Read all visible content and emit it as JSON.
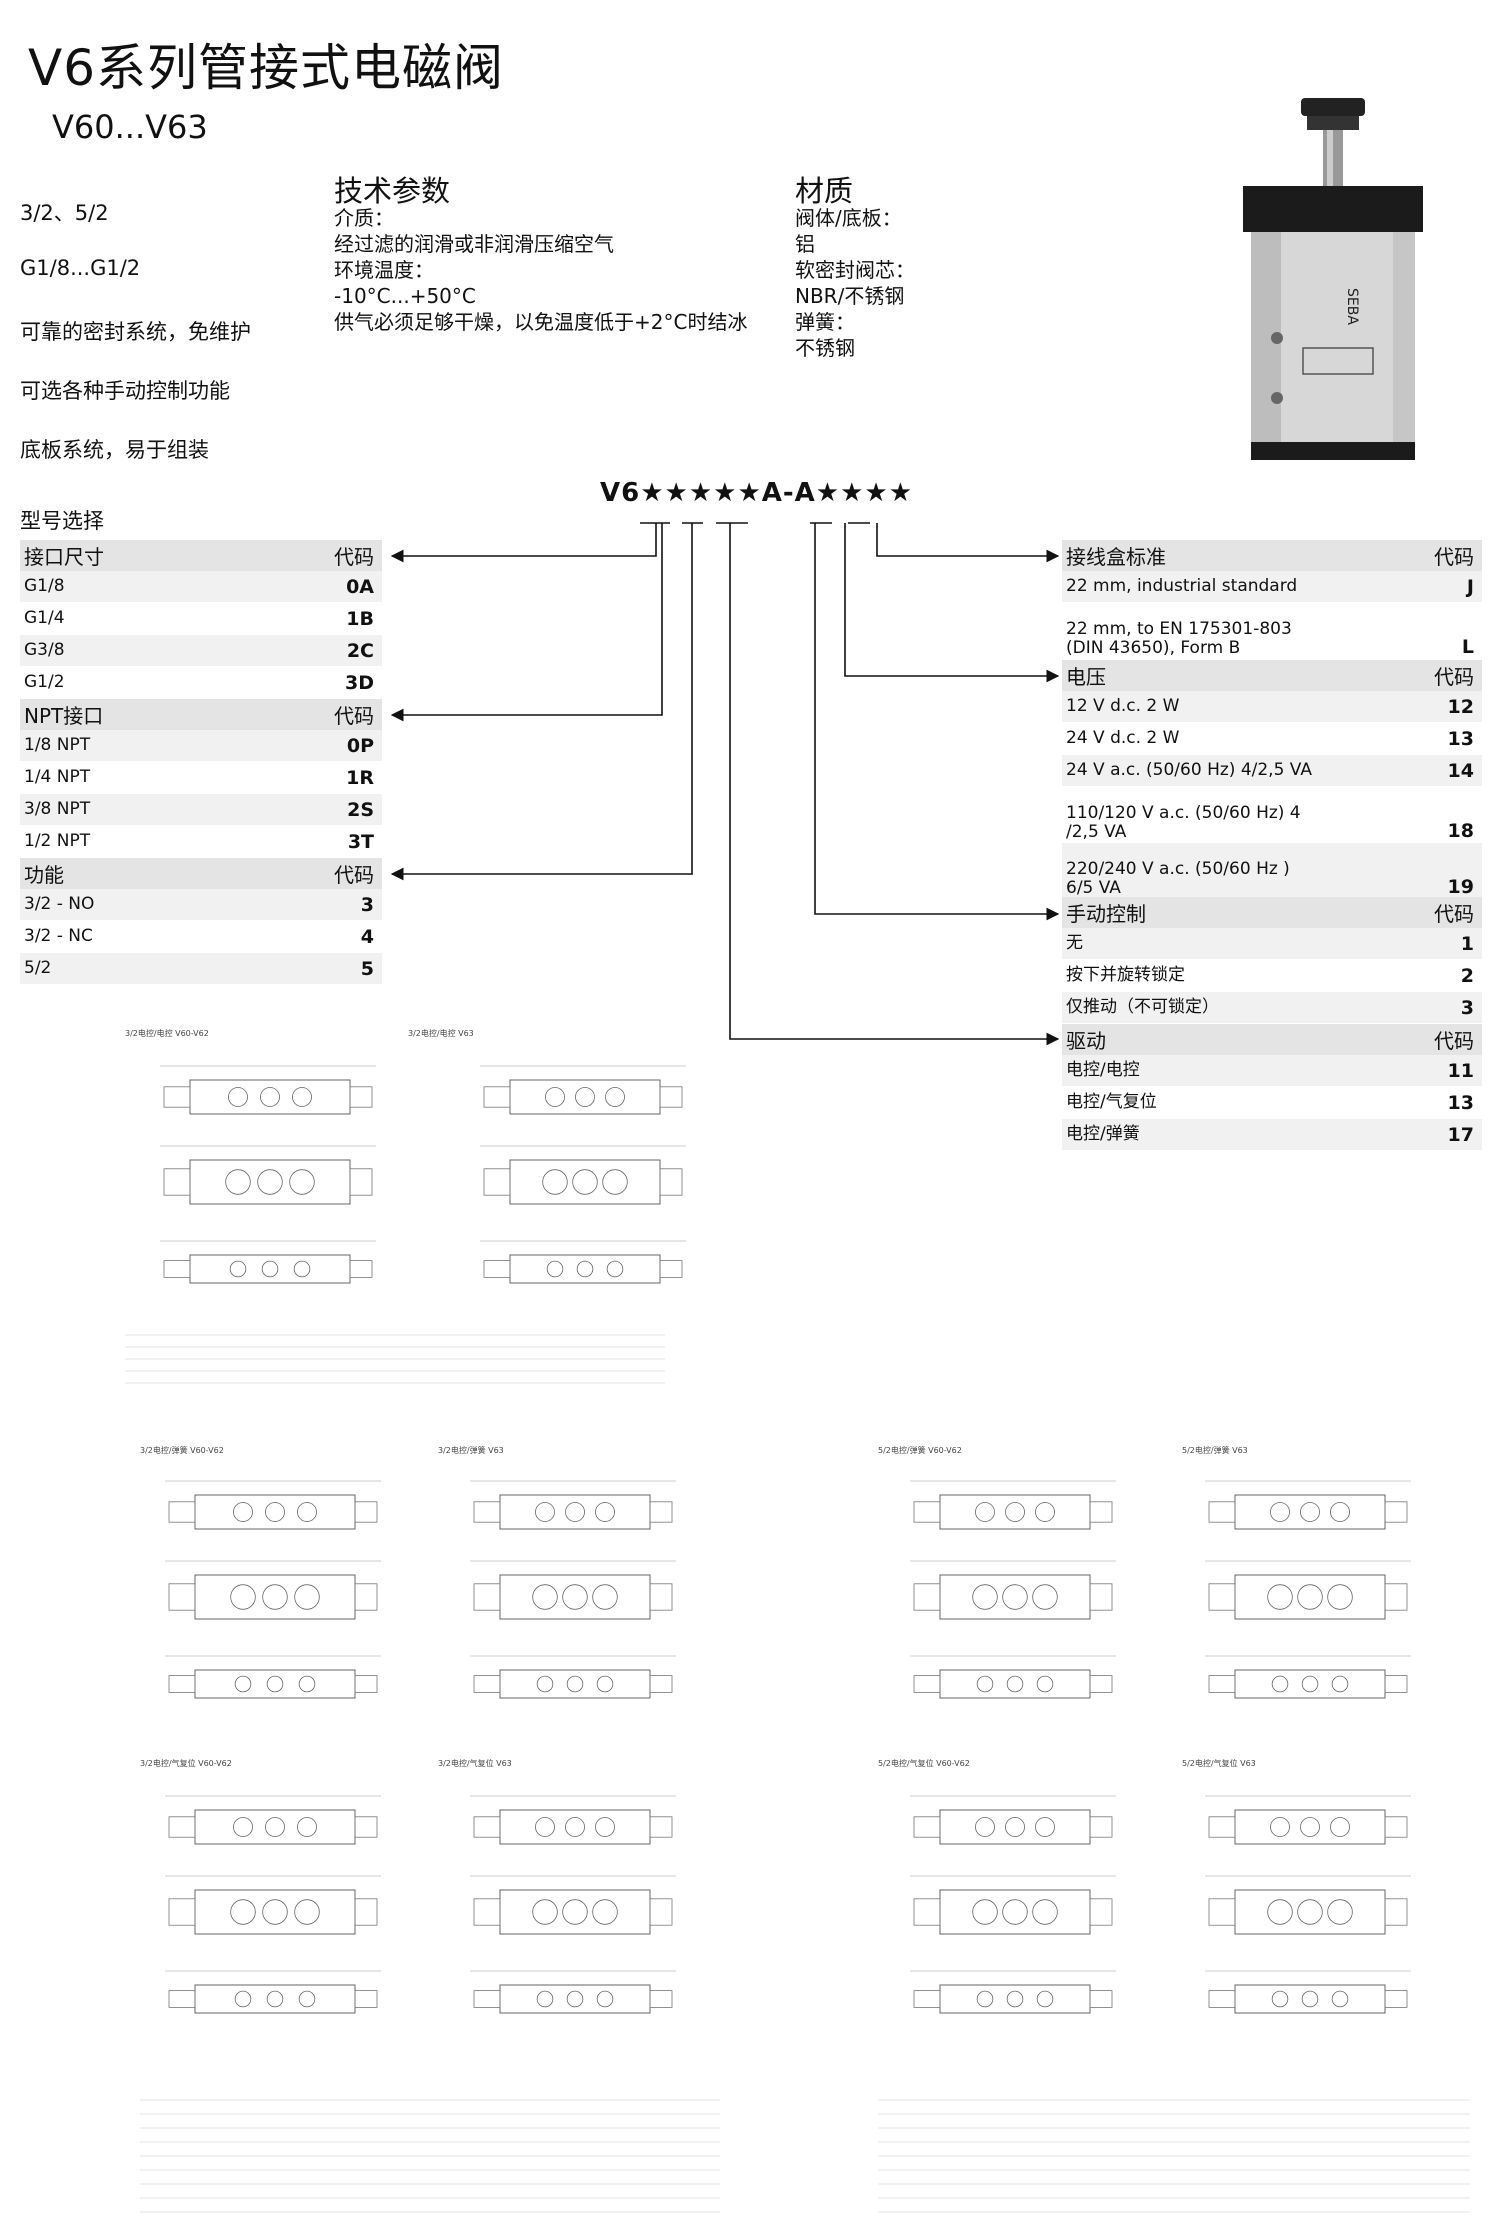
{
  "title": "V6系列管接式电磁阀",
  "subtitle": "V60...V63",
  "features": [
    "3/2、5/2",
    "G1/8...G1/2",
    "可靠的密封系统，免维护",
    "可选各种手动控制功能",
    "底板系统，易于组装"
  ],
  "tech": {
    "heading": "技术参数",
    "lines": [
      "介质：",
      "经过滤的润滑或非润滑压缩空气",
      "环境温度：",
      "-10°C...+50°C",
      "供气必须足够干燥，以免温度低于+2°C时结冰"
    ]
  },
  "material": {
    "heading": "材质",
    "lines": [
      "阀体/底板：",
      "铝",
      "软密封阀芯：",
      "NBR/不锈钢",
      "弹簧：",
      "不锈钢"
    ]
  },
  "product_label": "SEBA",
  "model_code": "V6★★★★★A-A★★★★",
  "selection_title": "型号选择",
  "left_tables": [
    {
      "header": "接口尺寸",
      "code_header": "代码",
      "rows": [
        [
          "G1/8",
          "0A"
        ],
        [
          "G1/4",
          "1B"
        ],
        [
          "G3/8",
          "2C"
        ],
        [
          "G1/2",
          "3D"
        ]
      ]
    },
    {
      "header": "NPT接口",
      "code_header": "代码",
      "rows": [
        [
          " 1/8 NPT",
          "0P"
        ],
        [
          "1/4 NPT",
          "1R"
        ],
        [
          "3/8 NPT",
          "2S"
        ],
        [
          "1/2 NPT",
          "3T"
        ]
      ]
    },
    {
      "header": "功能",
      "code_header": "代码",
      "rows": [
        [
          "3/2 - NO",
          "3"
        ],
        [
          "3/2 - NC",
          "4"
        ],
        [
          "5/2",
          "5"
        ]
      ]
    }
  ],
  "right_tables": [
    {
      "header": "接线盒标准",
      "code_header": "代码",
      "rows": [
        [
          "22 mm, industrial standard",
          "J"
        ],
        [
          "22 mm, to EN 175301-803\n(DIN 43650), Form B",
          "L"
        ]
      ]
    },
    {
      "header": "电压",
      "code_header": "代码",
      "rows": [
        [
          "12 V d.c. 2 W",
          "12"
        ],
        [
          "24 V d.c. 2 W",
          "13"
        ],
        [
          "24 V a.c. (50/60 Hz) 4/2,5 VA",
          "14"
        ],
        [
          "110/120 V a.c. (50/60 Hz) 4\n/2,5 VA",
          "18"
        ],
        [
          "220/240 V a.c. (50/60 Hz )\n6/5 VA",
          "19"
        ]
      ]
    },
    {
      "header": "手动控制",
      "code_header": "代码",
      "rows": [
        [
          "无",
          "1"
        ],
        [
          "按下并旋转锁定",
          "2"
        ],
        [
          "仅推动（不可锁定）",
          "3"
        ]
      ]
    },
    {
      "header": "驱动",
      "code_header": "代码",
      "rows": [
        [
          "电控/电控",
          "11"
        ],
        [
          "电控/气复位",
          "13"
        ],
        [
          " 电控/弹簧",
          "17"
        ]
      ]
    }
  ],
  "drawings": {
    "top_left": "3/2电控/电控 V60-V62",
    "top_right": "3/2电控/电控 V63",
    "mid_left_a": "3/2电控/弹簧 V60-V62",
    "mid_left_b": "3/2电控/弹簧 V63",
    "mid_right_a": "5/2电控/弹簧 V60-V62",
    "mid_right_b": "5/2电控/弹簧 V63",
    "bot_left_a": "3/2电控/气复位 V60-V62",
    "bot_left_b": "3/2电控/气复位 V63",
    "bot_right_a": "5/2电控/气复位 V60-V62",
    "bot_right_b": "5/2电控/气复位 V63"
  }
}
